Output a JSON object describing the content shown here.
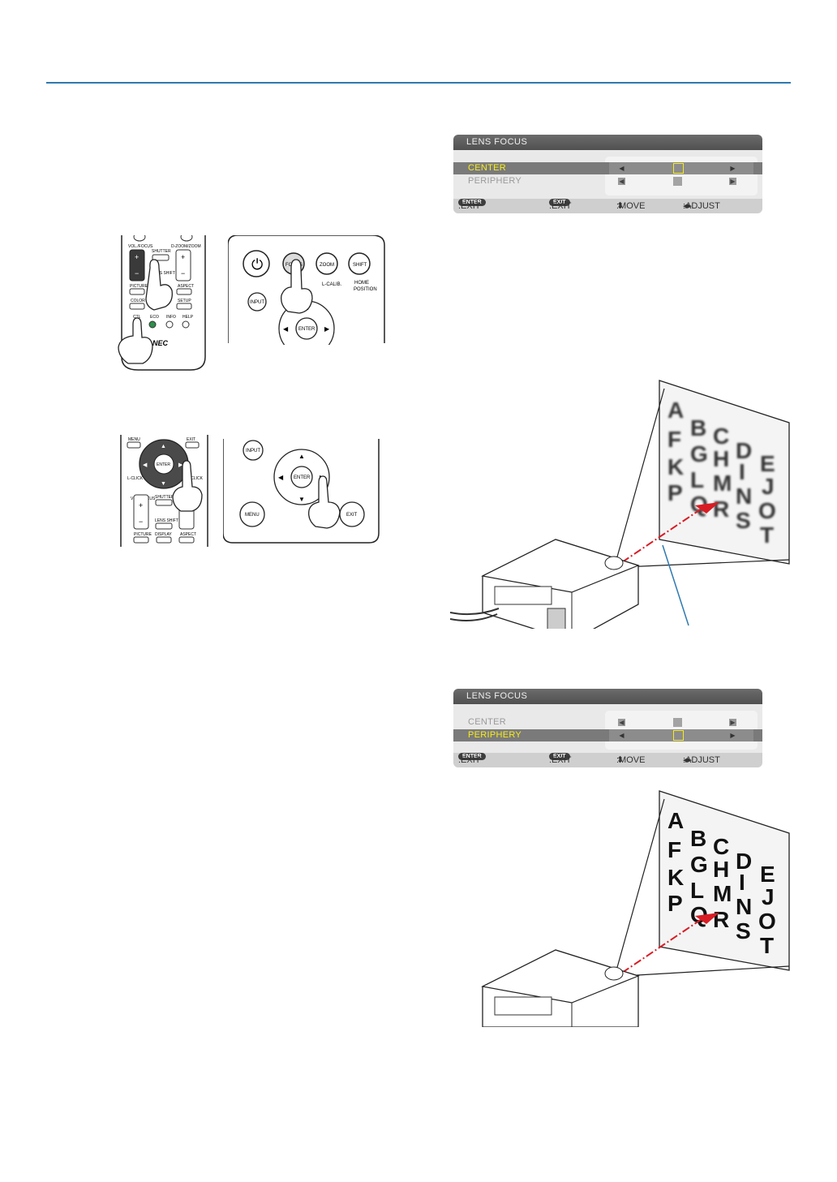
{
  "osd_top": {
    "title": "LENS FOCUS",
    "rows": [
      {
        "label": "CENTER",
        "selected": true
      },
      {
        "label": "PERIPHERY",
        "selected": false
      }
    ],
    "footer": {
      "enter_key": "ENTER",
      "enter_text": ":EXIT",
      "exit_key": "EXIT",
      "exit_text": ":EXIT",
      "move_text": ":MOVE",
      "adjust_text": ":ADJUST"
    }
  },
  "osd_bottom": {
    "title": "LENS FOCUS",
    "rows": [
      {
        "label": "CENTER",
        "selected": false
      },
      {
        "label": "PERIPHERY",
        "selected": true
      }
    ],
    "footer": {
      "enter_key": "ENTER",
      "enter_text": ":EXIT",
      "exit_key": "EXIT",
      "exit_text": ":EXIT",
      "move_text": ":MOVE",
      "adjust_text": ":ADJUST"
    }
  },
  "remote1": {
    "vol_focus": "VOL./FOCUS",
    "shutter": "SHUTTER",
    "dzoom_zoom": "D-ZOOM/ZOOM",
    "lens_shift": "LENS SHIFT",
    "picture": "PICTURE",
    "aspect": "ASPECT",
    "color": "COLOR",
    "setup": "SETUP",
    "ctl": "CTL",
    "eco": "ECO",
    "info": "INFO",
    "help": "HELP",
    "brand": "NEC"
  },
  "panel1": {
    "focus": "FOCUS",
    "zoom": "ZOOM",
    "shift": "SHIFT",
    "l_calib": "L-CALIB.",
    "home": "HOME",
    "position": "POSITION",
    "input": "INPUT",
    "enter": "ENTER"
  },
  "remote2": {
    "menu": "MENU",
    "exit": "EXIT",
    "enter": "ENTER",
    "l_click": "L-CLICK",
    "r_click": "R-CLICK",
    "vol_focus": "VOL./FOCUS",
    "shutter": "SHUTTER",
    "lens_shift": "LENS SHIFT",
    "picture": "PICTURE",
    "display": "DISPLAY",
    "aspect": "ASPECT"
  },
  "panel2": {
    "input": "INPUT",
    "enter": "ENTER",
    "menu": "MENU",
    "exit": "EXIT"
  },
  "screen_letters": {
    "col1": [
      "A",
      "F",
      "K",
      "P"
    ],
    "col2": [
      "B",
      "G",
      "L",
      "Q"
    ],
    "col3": [
      "C",
      "H",
      "M",
      "R"
    ],
    "col4": [
      "D",
      "I",
      "N",
      "S"
    ],
    "col5": [
      "E",
      "J",
      "O",
      "T"
    ]
  },
  "colors": {
    "rule": "#2f79b0",
    "highlight": "#f7ec19",
    "laser": "#d91c24",
    "pointer_line": "#2f79b0"
  }
}
